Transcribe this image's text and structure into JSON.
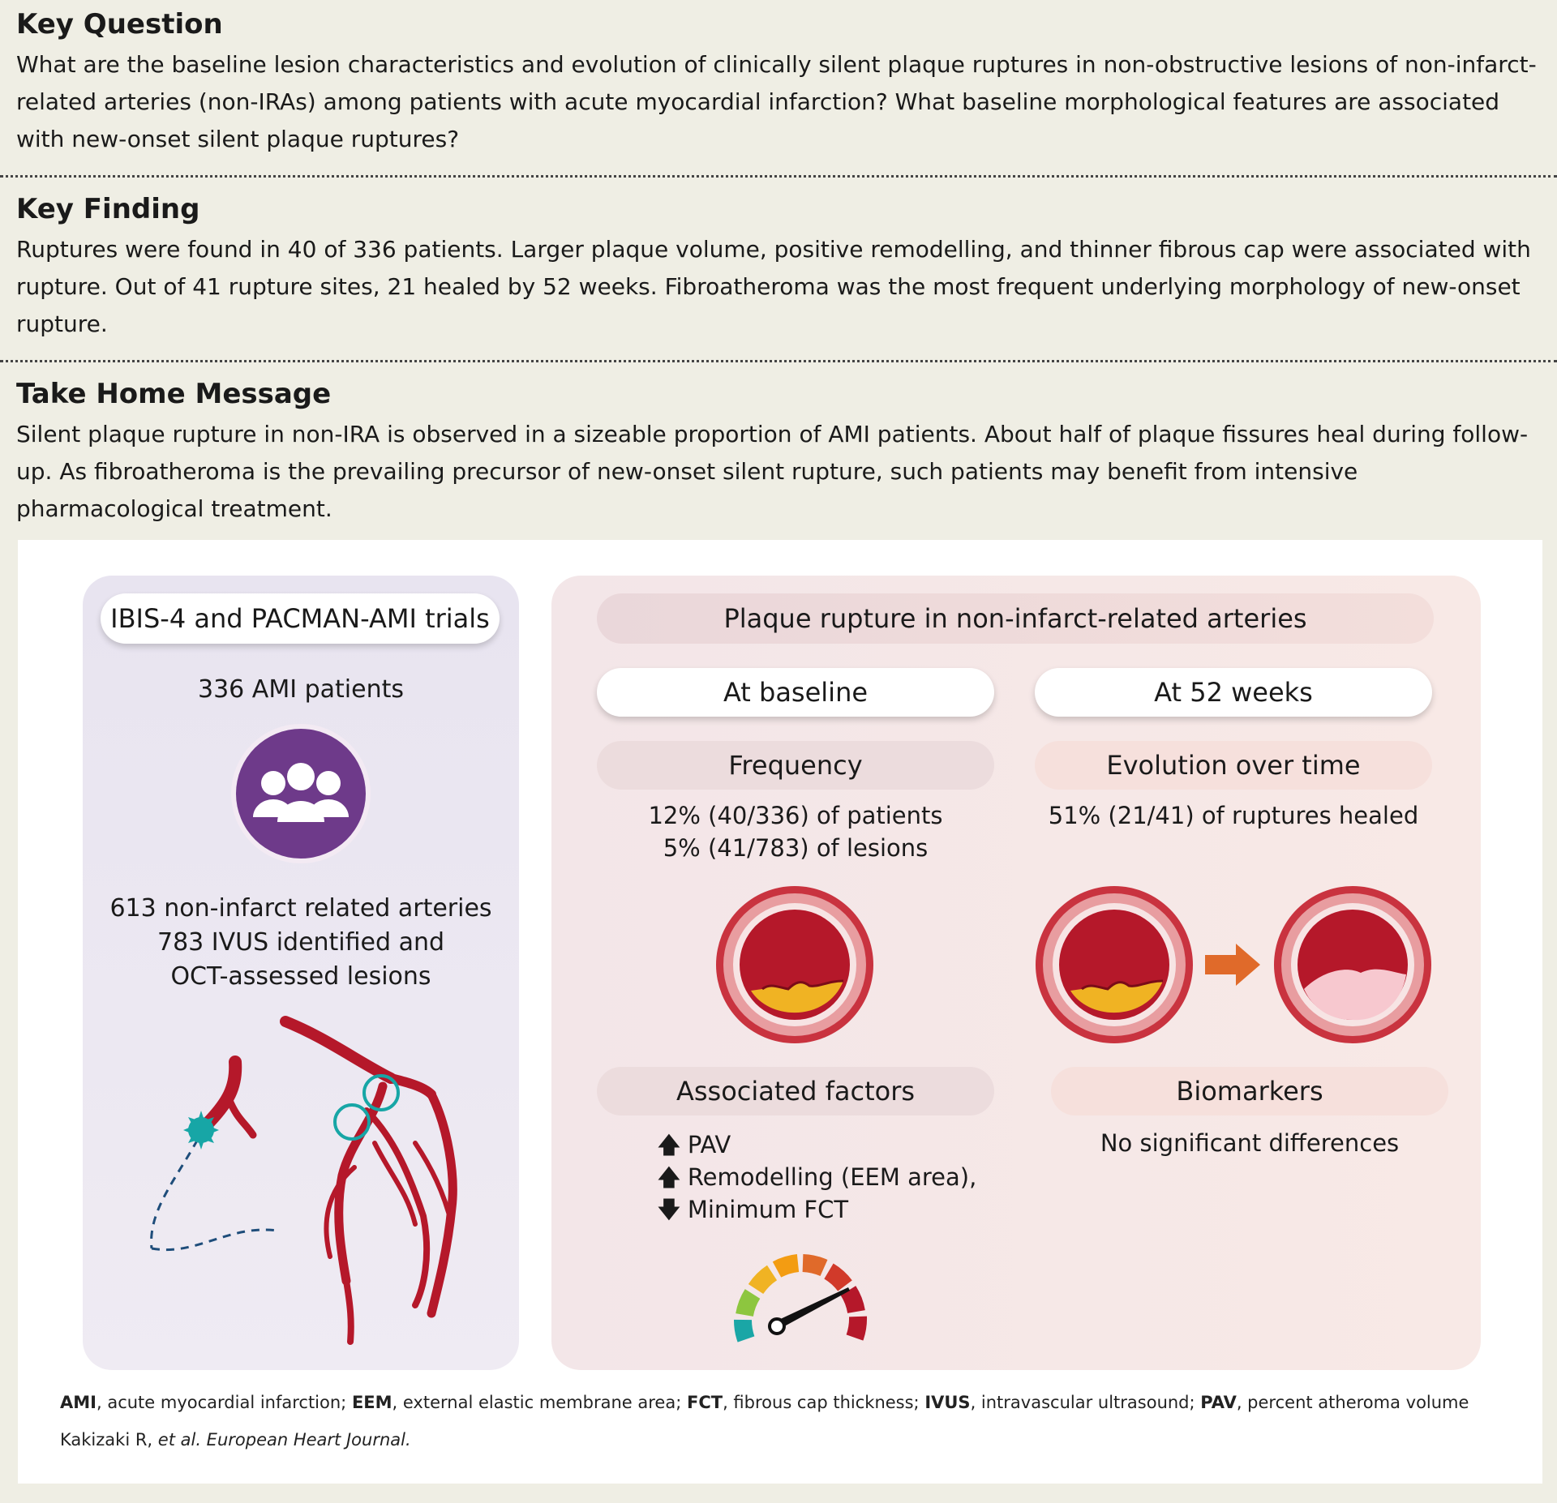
{
  "key_question": {
    "heading": "Key Question",
    "text": "What are the baseline lesion characteristics and evolution of clinically silent plaque ruptures in non-obstructive lesions of non-infarct-related arteries (non-IRAs) among patients with acute myocardial infarction? What baseline morphological features are associated with new-onset silent plaque ruptures?"
  },
  "key_finding": {
    "heading": "Key Finding",
    "text": "Ruptures were found in 40 of 336 patients. Larger plaque volume, positive remodelling, and thinner fibrous cap were associated with rupture. Out of 41 rupture sites, 21 healed by 52 weeks. Fibroatheroma was the most frequent underlying morphology of new-onset rupture."
  },
  "take_home": {
    "heading": "Take Home Message",
    "text": "Silent plaque rupture in non-IRA is observed in a sizeable proportion of AMI patients. About half of plaque fissures heal during follow-up. As fibroatheroma is the prevailing precursor of new-onset silent rupture, such patients may benefit from intensive pharmacological treatment."
  },
  "left": {
    "title": "IBIS-4 and PACMAN-AMI trials",
    "patients": "336 AMI patients",
    "line1": "613 non-infarct related arteries",
    "line2": "783 IVUS identified and",
    "line3": "OCT-assessed lesions",
    "icon_color": "#6e3a8a"
  },
  "right": {
    "title": "Plaque rupture in non-infarct-related arteries",
    "baseline": {
      "tab": "At baseline",
      "subhead": "Frequency",
      "stat1": "12% (40/336) of patients",
      "stat2": "5% (41/783) of lesions"
    },
    "weeks": {
      "tab": "At 52 weeks",
      "subhead": "Evolution over time",
      "stat": "51% (21/41) of ruptures healed"
    },
    "factors": {
      "subhead": "Associated factors",
      "items": [
        {
          "dir": "up",
          "label": "PAV"
        },
        {
          "dir": "up",
          "label": "Remodelling (EEM area),"
        },
        {
          "dir": "down",
          "label": "Minimum FCT"
        }
      ]
    },
    "biomarkers": {
      "subhead": "Biomarkers",
      "text": "No significant differences"
    }
  },
  "footer": {
    "abbr": [
      {
        "term": "AMI",
        "def": ", acute myocardial infarction; "
      },
      {
        "term": "EEM",
        "def": ", external elastic membrane area; "
      },
      {
        "term": "FCT",
        "def": ", fibrous cap thickness; "
      },
      {
        "term": "IVUS",
        "def": ", intravascular ultrasound; "
      },
      {
        "term": "PAV",
        "def": ", percent atheroma volume"
      }
    ],
    "citation_author": "Kakizaki R, ",
    "citation_etal": "et al.",
    "citation_journal": " European Heart Journal."
  },
  "colors": {
    "artery": "#b5182a",
    "teal": "#17a6a6",
    "arrow": "#e06a2a",
    "plaque": "#f0b323"
  }
}
